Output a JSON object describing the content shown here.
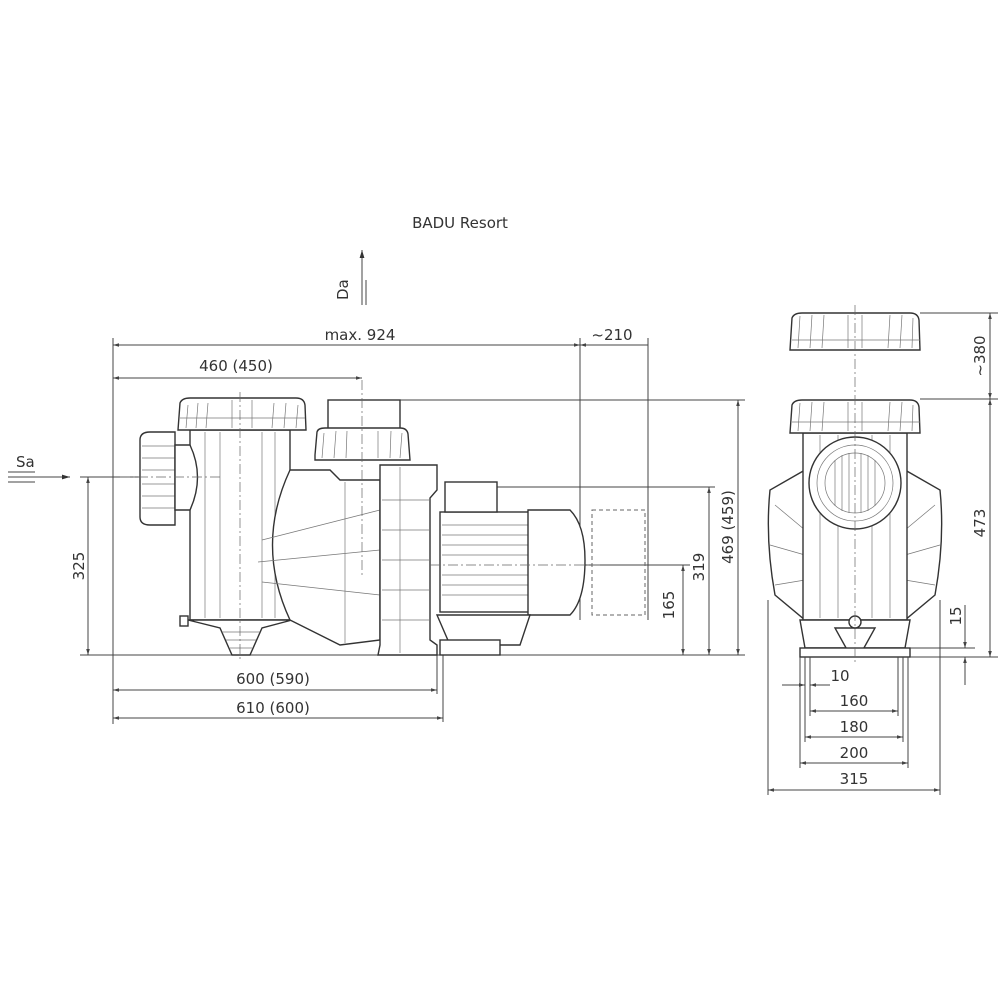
{
  "title": "BADU Resort",
  "labels": {
    "discharge": "Da",
    "suction": "Sa",
    "max_length": "max. 924",
    "motor_removal": "~210",
    "discharge_offset": "460 (450)",
    "inlet_height": "325",
    "motor_axis_height": "165",
    "terminal_height": "319",
    "total_height": "469 (459)",
    "base_length_1": "600 (590)",
    "base_length_2": "610 (600)",
    "lid_removal": "~380",
    "front_height": "473",
    "base_thickness": "15",
    "hole_diameter": "10",
    "hole_spacing_160": "160",
    "width_180": "180",
    "base_width": "200",
    "overall_width": "315"
  }
}
